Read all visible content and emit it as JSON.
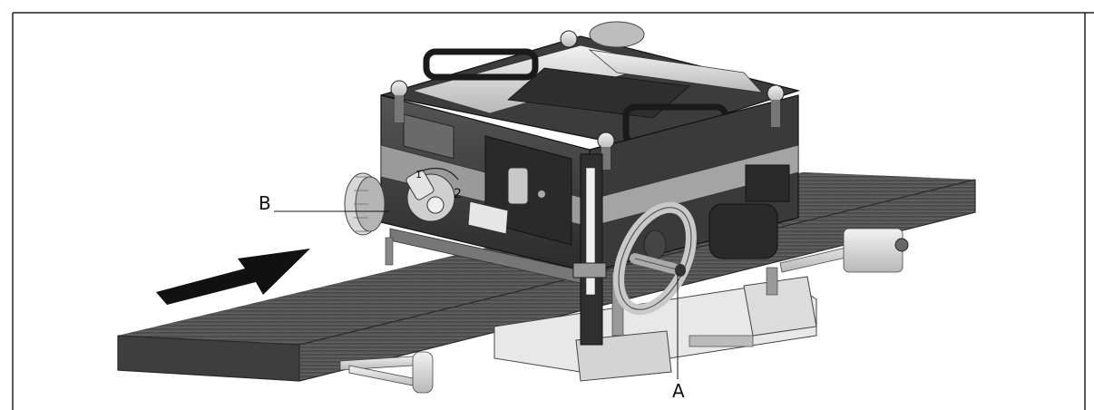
{
  "callouts": {
    "a": "A",
    "b": "B"
  },
  "gauge_numbers": {
    "n1": "1",
    "n2": "2"
  },
  "arrow_meaning": "feed-direction",
  "colors": {
    "frame": "#222222",
    "board": "#4a4a4a",
    "housing_dark": "#3a3a3a",
    "housing_mid": "#8a8a8a",
    "metal_light": "#d8d8d8",
    "arrow": "#111111"
  }
}
